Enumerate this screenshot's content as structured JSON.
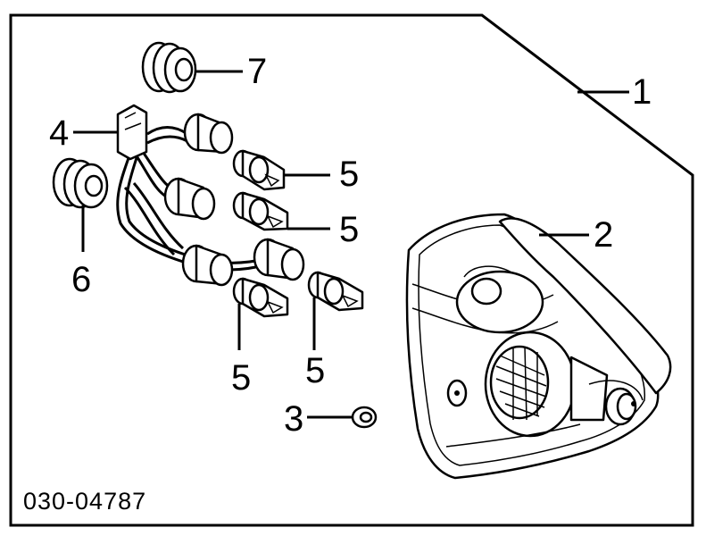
{
  "callouts": {
    "c1": "1",
    "c2": "2",
    "c3": "3",
    "c4": "4",
    "c5a": "5",
    "c5b": "5",
    "c5c": "5",
    "c5d": "5",
    "c6": "6",
    "c7": "7"
  },
  "diagram_code": "030-04787",
  "colors": {
    "ink": "#000000",
    "paper": "#ffffff"
  }
}
